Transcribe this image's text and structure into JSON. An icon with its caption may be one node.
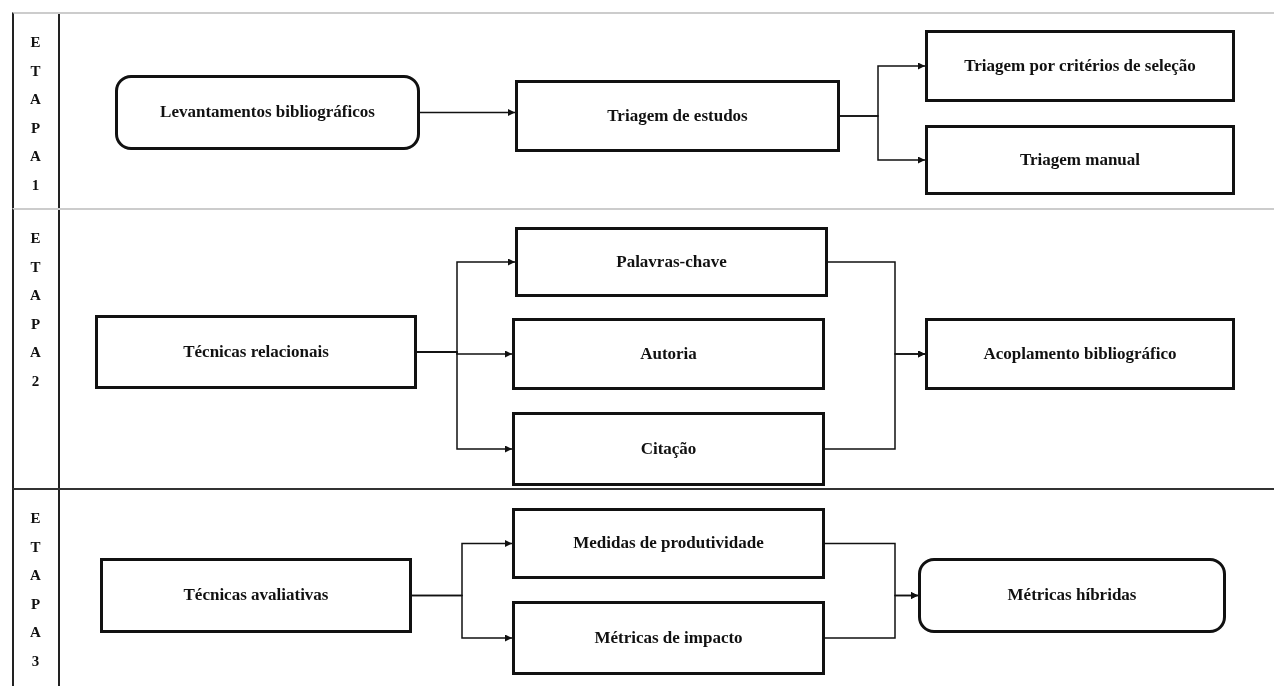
{
  "diagram": {
    "nodes": [
      {
        "text": [
          "ETAPA 1"
        ]
      },
      {
        "text": [
          "Levantamentos bibliográficos"
        ],
        "in": 0
      },
      {
        "text": [
          "Triagem de estudos"
        ],
        "in": 0
      },
      {
        "text": [
          "Triagem por critérios de seleção"
        ],
        "in": 0
      },
      {
        "text": [
          "Triagem manual"
        ],
        "in": 0
      },
      {
        "text": [
          "ETAPA 2"
        ]
      },
      {
        "text": [
          "Técnicas relacionais"
        ],
        "in": 5
      },
      {
        "text": [
          "Palavras-chave"
        ],
        "in": 5
      },
      {
        "text": [
          "Autoria"
        ],
        "in": 5
      },
      {
        "text": [
          "Citação"
        ],
        "in": 5
      },
      {
        "text": [
          "Acoplamento bibliográfico"
        ],
        "in": 5
      },
      {
        "text": [
          "ETAPA 3"
        ]
      },
      {
        "text": [
          "Técnicas avaliativas"
        ],
        "in": 11
      },
      {
        "text": [
          "Medidas de produtividade"
        ],
        "in": 11
      },
      {
        "text": [
          "Métricas de impacto"
        ],
        "in": 11
      },
      {
        "text": [
          "Métricas híbridas"
        ],
        "in": 11
      }
    ],
    "edges": [
      {
        "from": 1,
        "to": 2,
        "arrow": "to"
      },
      {
        "from": 2,
        "to": 3,
        "arrow": "to"
      },
      {
        "from": 2,
        "to": 4,
        "arrow": "to"
      },
      {
        "from": 6,
        "to": 7,
        "arrow": "to"
      },
      {
        "from": 6,
        "to": 8,
        "arrow": "to"
      },
      {
        "from": 6,
        "to": 9,
        "arrow": "to"
      },
      {
        "from": 7,
        "to": 10,
        "arrow": "to"
      },
      {
        "from": 9,
        "to": 10,
        "arrow": "to"
      },
      {
        "from": 12,
        "to": 13,
        "arrow": "to"
      },
      {
        "from": 12,
        "to": 14,
        "arrow": "to"
      },
      {
        "from": 13,
        "to": 15,
        "arrow": "to"
      },
      {
        "from": 14,
        "to": 15,
        "arrow": "to"
      }
    ]
  }
}
